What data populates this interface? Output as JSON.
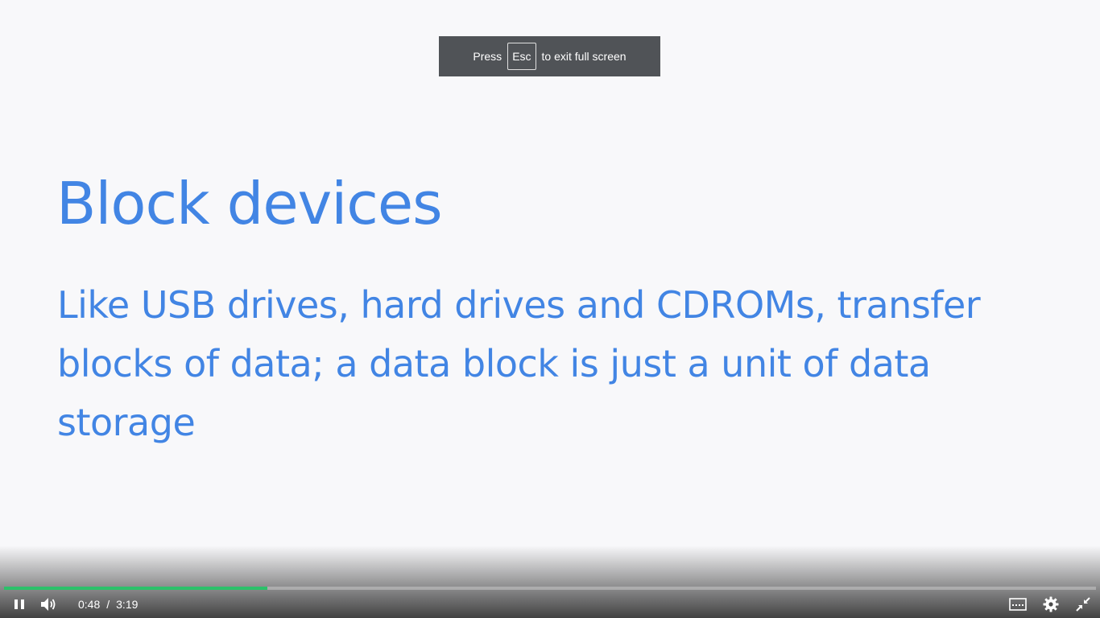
{
  "fullscreen_notice": {
    "prefix": "Press",
    "key": "Esc",
    "suffix": "to exit full screen"
  },
  "slide": {
    "title": "Block devices",
    "body": "Like USB drives, hard drives and CDROMs, transfer blocks of data; a data block is just a unit of data storage"
  },
  "player": {
    "current_time": "0:48",
    "separator": "/",
    "duration": "3:19",
    "progress_fraction": 0.2412,
    "progress_color": "#2cc16a",
    "icons": {
      "play_pause": "pause-icon",
      "volume": "volume-icon",
      "captions": "captions-icon",
      "settings": "gear-icon",
      "fullscreen": "exit-fullscreen-icon"
    }
  },
  "colors": {
    "slide_text": "#4285e4",
    "background": "#f8f8fa",
    "notice_bg": "#505357"
  }
}
